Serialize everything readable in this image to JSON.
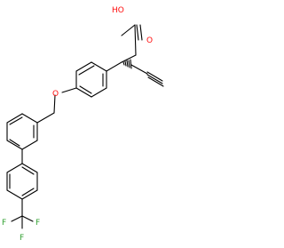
{
  "atoms": {
    "hydroxyl_o": "HO",
    "carbonyl_o": "O",
    "ether_o": "O",
    "fluorine_1": "F",
    "fluorine_2": "F",
    "fluorine_3": "F"
  },
  "colors": {
    "oxygen": "#ff0d0d",
    "fluorine": "#33a133",
    "bond": "#000000"
  }
}
